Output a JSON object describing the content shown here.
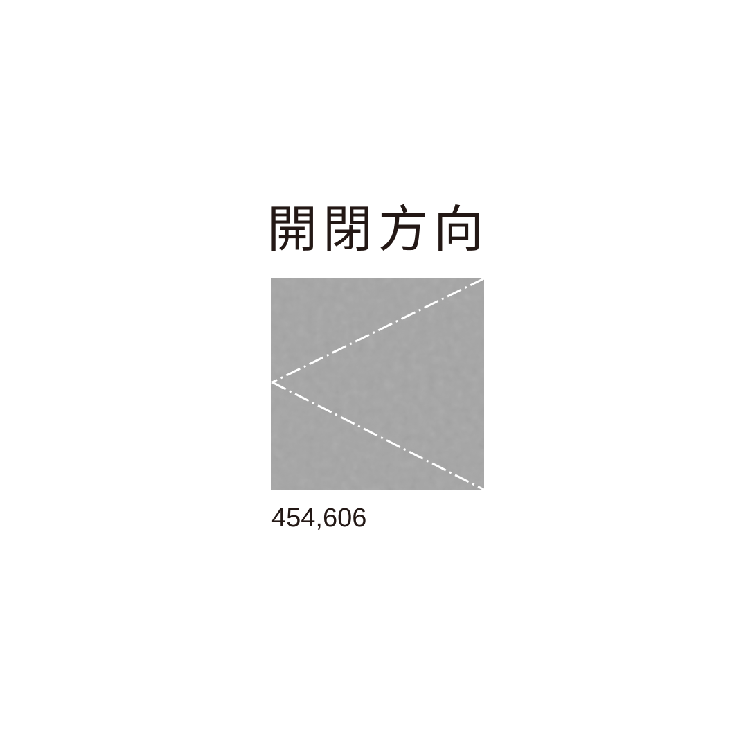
{
  "title": "開閉方向",
  "caption": "454,606",
  "panel": {
    "fill_color": "#a5a5a5",
    "speckle_color": "#959595",
    "line_color": "#ffffff",
    "line_style": "dash-dot",
    "apex_side": "left"
  }
}
